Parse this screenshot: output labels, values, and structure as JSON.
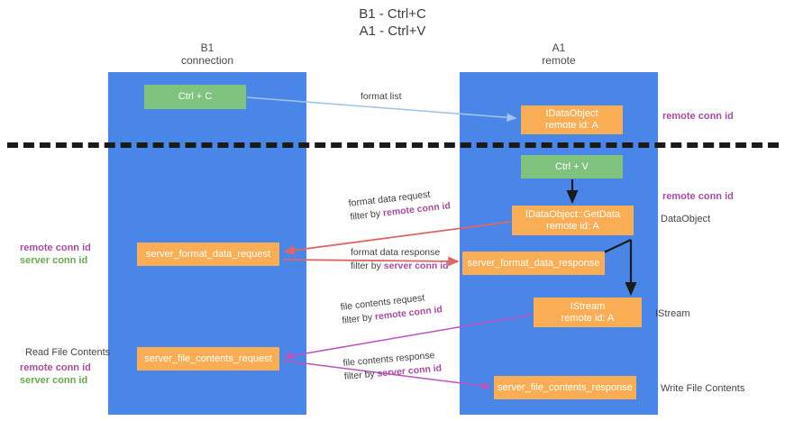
{
  "diagram": {
    "title_line1": "B1 - Ctrl+C",
    "title_line2": "A1 - Ctrl+V",
    "lanes": [
      {
        "id": "b1",
        "name": "B1",
        "sub": "connection",
        "color": "#4a86e8"
      },
      {
        "id": "a1",
        "name": "A1",
        "sub": "remote",
        "color": "#4a86e8"
      }
    ],
    "colors": {
      "lane": "#4a86e8",
      "action_box": "#7fc37f",
      "component_box": "#f9ad55",
      "remote_conn_id": "#a64d9e",
      "server_conn_id": "#6aa84f",
      "divider": "#1a1a1a",
      "arrow_blue": "#9fc5e8",
      "arrow_red": "#e06666",
      "arrow_magenta": "#c050c0",
      "arrow_black": "#1a1a1a"
    },
    "nodes": {
      "ctrl_c": {
        "label": "Ctrl + C"
      },
      "idataobject": {
        "line1": "IDataObject",
        "line2": "remote id: A"
      },
      "ctrl_v": {
        "label": "Ctrl + V"
      },
      "getdata": {
        "line1": "IDataObject::GetData",
        "line2": "remote id: A"
      },
      "server_format_data_request": {
        "label": "server_format_data_request"
      },
      "server_format_data_response": {
        "label": "server_format_data_response"
      },
      "istream": {
        "line1": "IStream",
        "line2": "remote id: A"
      },
      "server_file_contents_request": {
        "label": "server_file_contents_request"
      },
      "server_file_contents_response": {
        "label": "server_file_contents_response"
      }
    },
    "edge_labels": {
      "format_list": "format list",
      "format_data_request": "format data request",
      "format_data_request_filter_prefix": "filter by ",
      "format_data_request_filter_key": "remote conn id",
      "format_data_response": "format data response",
      "format_data_response_filter_prefix": "filter by ",
      "format_data_response_filter_key": "server conn id",
      "file_contents_request": "file contents request",
      "file_contents_request_filter_prefix": "filter by ",
      "file_contents_request_filter_key": "remote conn id",
      "file_contents_response": "file contents response",
      "file_contents_response_filter_prefix": "filter by ",
      "file_contents_response_filter_key": "server conn id"
    },
    "side_labels": {
      "right_remote_conn_id_top": "remote conn id",
      "right_remote_conn_id_mid": "remote conn id",
      "right_dataobject": "DataObject",
      "right_istream": "IStream",
      "right_write_file_contents": "Write File Contents",
      "left_remote_conn_id_mid": "remote conn id",
      "left_server_conn_id_mid": "server conn id",
      "left_read_file_contents": "Read File Contents",
      "left_remote_conn_id_bottom": "remote conn id",
      "left_server_conn_id_bottom": "server conn id"
    }
  }
}
